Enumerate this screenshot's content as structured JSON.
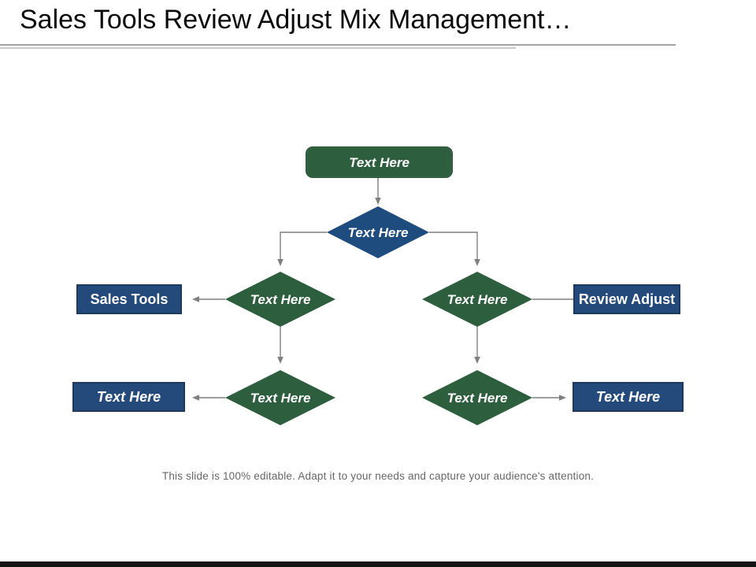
{
  "slide": {
    "title": "Sales Tools Review Adjust Mix Management…",
    "footer": "This slide is 100% editable. Adapt it to your needs and capture your audience's attention."
  },
  "colors": {
    "green": "#2d5e3d",
    "green_border": "#24512f",
    "blue": "#24497b",
    "blue_border": "#1c3a5f",
    "blue_diamond": "#1f4c7e",
    "connector": "#7f7f7f",
    "title_text": "#0a0a0a",
    "footer_text": "#666666",
    "underline_primary": "#a3a3a3",
    "underline_secondary": "#c9c9c9",
    "shape_text": "#ffffff",
    "bottom_bar": "#141414"
  },
  "nodes": {
    "start": {
      "label": "Text Here",
      "shape": "rounded-rectangle"
    },
    "decision_top": {
      "label": "Text Here",
      "shape": "diamond"
    },
    "decision_mid_left": {
      "label": "Text Here",
      "shape": "diamond"
    },
    "decision_mid_right": {
      "label": "Text Here",
      "shape": "diamond"
    },
    "decision_bottom_left": {
      "label": "Text Here",
      "shape": "diamond"
    },
    "decision_bottom_right": {
      "label": "Text Here",
      "shape": "diamond"
    },
    "result_mid_left": {
      "label": "Sales Tools",
      "shape": "rectangle"
    },
    "result_mid_right": {
      "label": "Review Adjust",
      "shape": "rectangle"
    },
    "result_bottom_left": {
      "label": "Text Here",
      "shape": "rectangle"
    },
    "result_bottom_right": {
      "label": "Text Here",
      "shape": "rectangle"
    }
  }
}
